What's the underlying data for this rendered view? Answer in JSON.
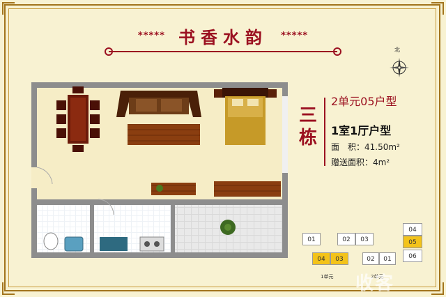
{
  "header": {
    "stars_left": "*****",
    "title": "书香水韵",
    "stars_right": "*****"
  },
  "compass": {
    "label": "北"
  },
  "unit_info": {
    "building": [
      "三",
      "栋"
    ],
    "unit_name": "2单元05户型",
    "layout_name": "1室1厅户型",
    "area_label": "面　积：",
    "area_value": "41.50m²",
    "bonus_label": "赠送面积：",
    "bonus_value": "4m²"
  },
  "key_plan": {
    "cells": [
      {
        "text": "01",
        "highlight": false
      },
      {
        "text": "02",
        "highlight": false
      },
      {
        "text": "03",
        "highlight": false
      },
      {
        "text": "04",
        "highlight": true
      },
      {
        "text": "03",
        "highlight": true
      },
      {
        "text": "02",
        "highlight": false
      },
      {
        "text": "01",
        "highlight": false
      },
      {
        "text": "04",
        "highlight": false
      },
      {
        "text": "05",
        "highlight": true
      },
      {
        "text": "06",
        "highlight": false
      }
    ],
    "unit1_label": "1单元",
    "unit2_label": "2单元"
  },
  "watermark": "收客",
  "colors": {
    "accent": "#9b1020",
    "frame": "#a2741c",
    "background": "#f8f2d2",
    "floor": "#f6edc6",
    "highlight": "#f3c31a"
  }
}
